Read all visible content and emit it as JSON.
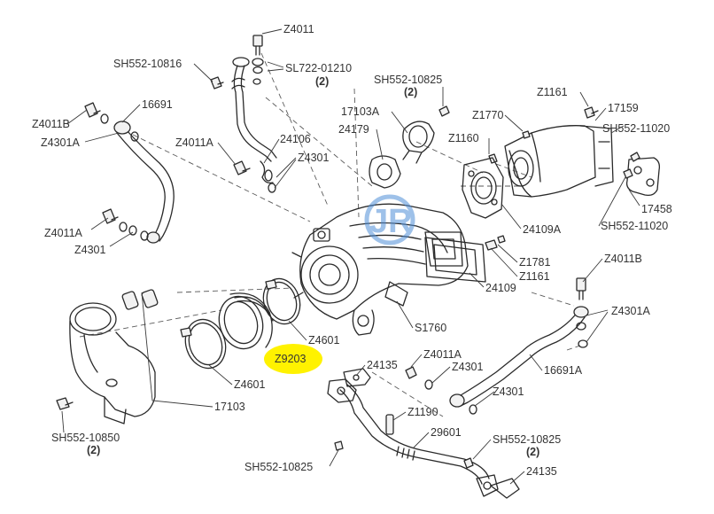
{
  "colors": {
    "highlight": "#fff200",
    "watermark": "#4f8fd8",
    "line": "#2a2a2a"
  },
  "watermark": {
    "text": "JR"
  },
  "labels": {
    "z4011_top": "Z4011",
    "sh552_10816": "SH552-10816",
    "sl722_01210": "SL722-01210",
    "qty_sl722": "(2)",
    "sh552_10825_top": "SH552-10825",
    "qty_sh552_10825_top": "(2)",
    "z1161_top": "Z1161",
    "n17159": "17159",
    "sh552_11020_top": "SH552-11020",
    "z4011b_left": "Z4011B",
    "n16691": "16691",
    "z4301a_left": "Z4301A",
    "n17103a": "17103A",
    "n24179": "24179",
    "z1770": "Z1770",
    "z1160": "Z1160",
    "z4011a_mid": "Z4011A",
    "n24106": "24106",
    "z4301_mid": "Z4301",
    "n17458": "17458",
    "sh552_11020_bot": "SH552-11020",
    "n24109a": "24109A",
    "z4011a_left": "Z4011A",
    "z4301_left": "Z4301",
    "z1781": "Z1781",
    "z1161_mid": "Z1161",
    "n24109": "24109",
    "z4011b_right": "Z4011B",
    "z4301a_right": "Z4301A",
    "s1760": "S1760",
    "z4601_right": "Z4601",
    "z9203": "Z9203",
    "n24135_mid": "24135",
    "z4011a_bot": "Z4011A",
    "z4301_bot": "Z4301",
    "n16691a": "16691A",
    "z4601_left": "Z4601",
    "n17103": "17103",
    "z4301_right": "Z4301",
    "z1190": "Z1190",
    "sh552_10850": "SH552-10850",
    "qty_sh552_10850": "(2)",
    "n29601": "29601",
    "sh552_10825_right": "SH552-10825",
    "qty_sh552_10825_right": "(2)",
    "sh552_10825_bot": "SH552-10825",
    "n24135_bot": "24135"
  }
}
